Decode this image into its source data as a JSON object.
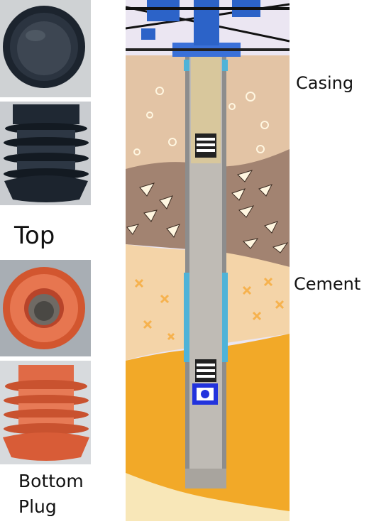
{
  "labels": {
    "top_plug": "Top",
    "bottom_plug_line1": "Bottom",
    "bottom_plug_line2": "Plug",
    "casing": "Casing",
    "cement": "Cement"
  },
  "colors": {
    "top_plug": "#2a3442",
    "bottom_plug": "#e06a46",
    "casing_cement": "#4fb3d8",
    "float_valve": "#2233dd",
    "soil_tan": "#e3c4a5",
    "rock_brown": "#a28371",
    "sand_layer": "#f4d4a8",
    "cement_orange": "#f2a928",
    "wellhead": "#2c63c8"
  },
  "icons": [
    "top-plug-photo",
    "top-plug-side-photo",
    "bottom-plug-photo",
    "bottom-plug-side-photo",
    "wellbore-diagram"
  ]
}
